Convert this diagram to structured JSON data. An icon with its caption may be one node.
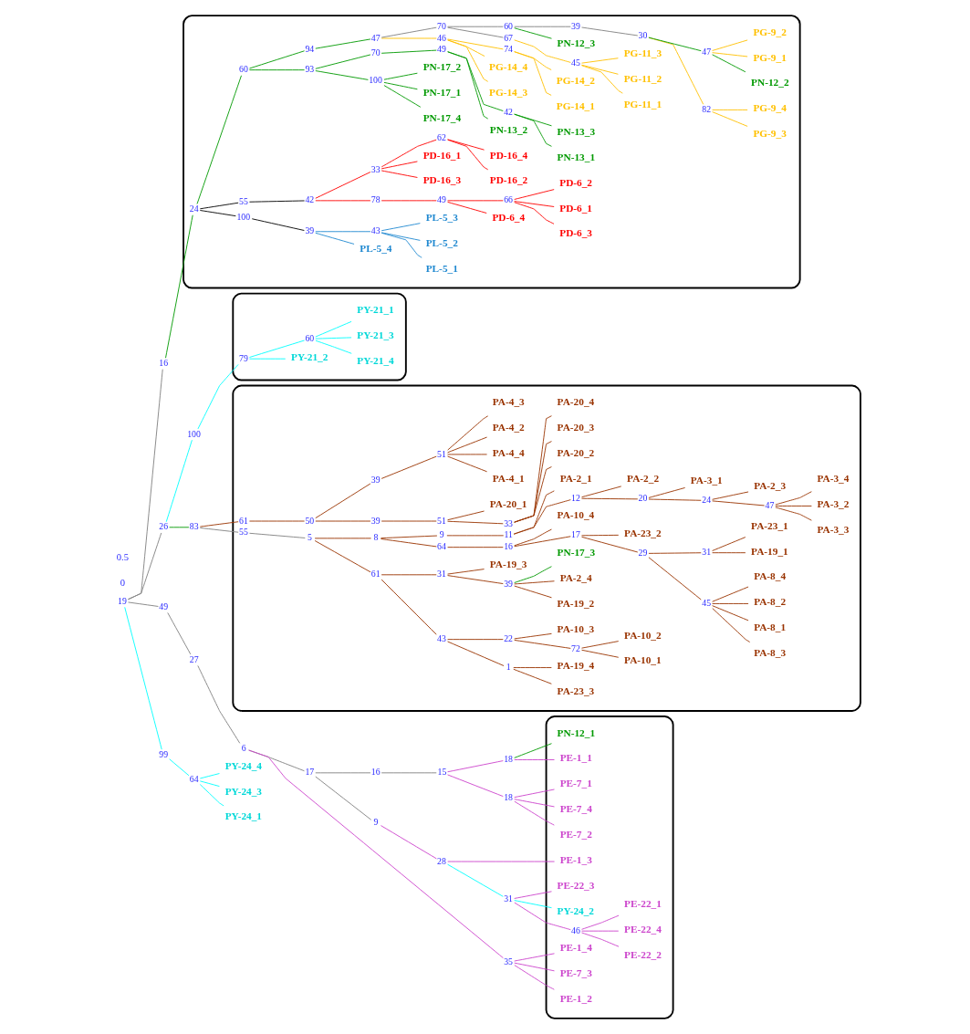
{
  "diagram": {
    "nodes": [
      {
        "text": [],
        "shape": "ellipse"
      },
      {
        "text": [
          "PL-5_4"
        ],
        "in": 0
      },
      {
        "text": [
          "PL-5_1"
        ],
        "in": 0
      },
      {
        "text": [
          "PL-5_2"
        ],
        "in": 0
      },
      {
        "text": [
          "PL-5_3"
        ],
        "in": 0
      },
      {
        "text": [
          "43"
        ],
        "in": 0
      },
      {
        "text": [
          "39"
        ],
        "in": 0
      },
      {
        "text": [
          "100"
        ],
        "in": 0
      },
      {
        "text": [
          "PD-6_3"
        ],
        "in": 0
      },
      {
        "text": [
          "PD-16_3"
        ],
        "in": 0
      },
      {
        "text": [
          "PD-6_1"
        ],
        "in": 0
      },
      {
        "text": [
          "PD-16_2"
        ],
        "in": 0
      },
      {
        "text": [
          "PD-16_1"
        ],
        "in": 0
      },
      {
        "text": [
          "PD-16_4"
        ],
        "in": 0
      },
      {
        "text": [
          "PD-6_2"
        ],
        "in": 0
      },
      {
        "text": [
          "PD-6_4"
        ],
        "in": 0
      },
      {
        "text": [
          "66"
        ],
        "in": 0
      },
      {
        "text": [
          "49"
        ],
        "in": 0
      },
      {
        "text": [
          "62"
        ],
        "in": 0
      },
      {
        "text": [
          "78"
        ],
        "in": 0
      },
      {
        "text": [
          "33"
        ],
        "in": 0
      },
      {
        "text": [
          "42"
        ],
        "in": 0
      },
      {
        "text": [
          "55"
        ],
        "in": 0
      },
      {
        "text": [
          "PN-17_4"
        ],
        "in": 0
      },
      {
        "text": [
          "PN-17_1"
        ],
        "in": 0
      },
      {
        "text": [
          "PN-17_2"
        ],
        "in": 0
      },
      {
        "text": [
          "PN-13_1"
        ],
        "in": 0
      },
      {
        "text": [
          "PN-13_3"
        ],
        "in": 0
      },
      {
        "text": [
          "PN-13_2"
        ],
        "in": 0
      },
      {
        "text": [
          "100"
        ],
        "in": 0
      },
      {
        "text": [
          "42"
        ],
        "in": 0
      },
      {
        "text": [
          "49"
        ],
        "in": 0
      },
      {
        "text": [
          "70"
        ],
        "in": 0
      },
      {
        "text": [
          "93"
        ],
        "in": 0
      },
      {
        "text": [
          "PG-14_1"
        ],
        "in": 0
      },
      {
        "text": [
          "PG-14_3"
        ],
        "in": 0
      },
      {
        "text": [
          "PG-14_4"
        ],
        "in": 0
      },
      {
        "text": [
          "PG-14_2"
        ],
        "in": 0
      },
      {
        "text": [
          "74"
        ],
        "in": 0
      },
      {
        "text": [
          "46"
        ],
        "in": 0
      },
      {
        "text": [
          "PG-11_1"
        ],
        "in": 0
      },
      {
        "text": [
          "PG-11_2"
        ],
        "in": 0
      },
      {
        "text": [
          "PG-11_3"
        ],
        "in": 0
      },
      {
        "text": [
          "45"
        ],
        "in": 0
      },
      {
        "text": [
          "67"
        ],
        "in": 0
      },
      {
        "text": [
          "PN-12_3"
        ],
        "in": 0
      },
      {
        "text": [
          "60"
        ],
        "in": 0
      },
      {
        "text": [
          "70"
        ],
        "in": 0
      },
      {
        "text": [
          "47"
        ],
        "in": 0
      },
      {
        "text": [
          "94"
        ],
        "in": 0
      },
      {
        "text": [
          "60"
        ],
        "in": 0
      },
      {
        "text": [
          "PG-9_3"
        ],
        "in": 0
      },
      {
        "text": [
          "PG-9_4"
        ],
        "in": 0
      },
      {
        "text": [
          "PN-12_2"
        ],
        "in": 0
      },
      {
        "text": [
          "PG-9_1"
        ],
        "in": 0
      },
      {
        "text": [
          "PG-9_2"
        ],
        "in": 0
      },
      {
        "text": [
          "82"
        ],
        "in": 0
      },
      {
        "text": [
          "47"
        ],
        "in": 0
      },
      {
        "text": [
          "30"
        ],
        "in": 0
      },
      {
        "text": [
          "39"
        ],
        "in": 0
      },
      {
        "text": [
          "24"
        ],
        "in": 0
      },
      {
        "text": [
          "16"
        ]
      },
      {
        "text": [
          "19"
        ]
      },
      {
        "text": [
          "26"
        ]
      },
      {
        "text": [],
        "shape": "ellipse"
      },
      {
        "text": [
          "PN-12_1"
        ],
        "in": 64
      },
      {
        "text": [
          "PE-1_1"
        ],
        "in": 64
      },
      {
        "text": [
          "PE-1_3"
        ],
        "in": 64
      },
      {
        "text": [
          "PE-1_4"
        ],
        "in": 64
      },
      {
        "text": [
          "PE-22_3"
        ],
        "in": 64
      },
      {
        "text": [
          "PY-24_2"
        ],
        "in": 64
      },
      {
        "text": [
          "PE-22_2"
        ],
        "in": 64
      },
      {
        "text": [
          "PE-7_1"
        ],
        "in": 64
      },
      {
        "text": [
          "PE-7_4"
        ],
        "in": 64
      },
      {
        "text": [
          "PE-7_2"
        ],
        "in": 64
      },
      {
        "text": [
          "PE-22_4"
        ],
        "in": 64
      },
      {
        "text": [
          "PE-22_1"
        ],
        "in": 64
      },
      {
        "text": [
          "PE-1_2"
        ],
        "in": 64
      },
      {
        "text": [
          "PE-7_3"
        ],
        "in": 64
      },
      {
        "text": [
          "46"
        ],
        "in": 64
      },
      {
        "text": [
          "18"
        ]
      },
      {
        "text": [
          "18"
        ]
      },
      {
        "text": [
          "15"
        ]
      },
      {
        "text": [
          "28"
        ]
      },
      {
        "text": [
          "31"
        ]
      },
      {
        "text": [
          "16"
        ]
      },
      {
        "text": [
          "9"
        ]
      },
      {
        "text": [
          "17"
        ]
      },
      {
        "text": [
          "6"
        ]
      },
      {
        "text": [
          "35"
        ]
      },
      {
        "text": [
          "27"
        ]
      },
      {
        "text": [
          "49"
        ]
      },
      {
        "text": [
          "PY-24_4"
        ]
      },
      {
        "text": [
          "PY-24_3"
        ]
      },
      {
        "text": [
          "PY-24_1"
        ]
      },
      {
        "text": [
          "64"
        ]
      },
      {
        "text": [
          "99"
        ]
      },
      {
        "text": [],
        "shape": "ellipse"
      },
      {
        "text": [
          "PY-21_4"
        ],
        "in": 97
      },
      {
        "text": [
          "PY-21_3"
        ],
        "in": 97
      },
      {
        "text": [
          "PY-21_1"
        ],
        "in": 97
      },
      {
        "text": [
          "PY-21_2"
        ],
        "in": 97
      },
      {
        "text": [
          "60"
        ],
        "in": 97
      },
      {
        "text": [
          "79"
        ],
        "in": 97
      },
      {
        "text": [
          "100"
        ]
      },
      {
        "text": [
          "83"
        ]
      },
      {
        "text": [],
        "shape": "ellipse"
      },
      {
        "text": [
          "61"
        ],
        "in": 106
      },
      {
        "text": [
          "55"
        ],
        "in": 106
      },
      {
        "text": [
          "50"
        ],
        "in": 106
      },
      {
        "text": [
          "39"
        ],
        "in": 106
      },
      {
        "text": [
          "39"
        ],
        "in": 106
      },
      {
        "text": [
          "51"
        ],
        "in": 106
      },
      {
        "text": [
          "33"
        ],
        "in": 106
      },
      {
        "text": [
          "51"
        ],
        "in": 106
      },
      {
        "text": [
          "PA-20_1"
        ],
        "in": 106
      },
      {
        "text": [
          "PA-20_2"
        ],
        "in": 106
      },
      {
        "text": [
          "PA-20_3"
        ],
        "in": 106
      },
      {
        "text": [
          "PA-4_1"
        ],
        "in": 106
      },
      {
        "text": [
          "PA-20_4"
        ],
        "in": 106
      },
      {
        "text": [
          "PA-4_4"
        ],
        "in": 106
      },
      {
        "text": [
          "PA-4_2"
        ],
        "in": 106
      },
      {
        "text": [
          "PA-4_3"
        ],
        "in": 106
      },
      {
        "text": [
          "5"
        ],
        "in": 106
      },
      {
        "text": [
          "61"
        ],
        "in": 106
      },
      {
        "text": [
          "43"
        ],
        "in": 106
      },
      {
        "text": [
          "1"
        ],
        "in": 106
      },
      {
        "text": [
          "31"
        ],
        "in": 106
      },
      {
        "text": [
          "22"
        ],
        "in": 106
      },
      {
        "text": [
          "39"
        ],
        "in": 106
      },
      {
        "text": [
          "72"
        ],
        "in": 106
      },
      {
        "text": [
          "8"
        ],
        "in": 106
      },
      {
        "text": [
          "64"
        ],
        "in": 106
      },
      {
        "text": [
          "9"
        ],
        "in": 106
      },
      {
        "text": [
          "16"
        ],
        "in": 106
      },
      {
        "text": [
          "17"
        ],
        "in": 106
      },
      {
        "text": [
          "29"
        ],
        "in": 106
      },
      {
        "text": [
          "45"
        ],
        "in": 106
      },
      {
        "text": [
          "31"
        ],
        "in": 106
      },
      {
        "text": [
          "11"
        ],
        "in": 106
      },
      {
        "text": [
          "12"
        ],
        "in": 106
      },
      {
        "text": [
          "20"
        ],
        "in": 106
      },
      {
        "text": [
          "24"
        ],
        "in": 106
      },
      {
        "text": [
          "47"
        ],
        "in": 106
      },
      {
        "text": [
          "PA-8_3"
        ],
        "in": 106
      },
      {
        "text": [
          "PA-8_1"
        ],
        "in": 106
      },
      {
        "text": [
          "PA-8_2"
        ],
        "in": 106
      },
      {
        "text": [
          "PA-8_4"
        ],
        "in": 106
      },
      {
        "text": [
          "PA-19_1"
        ],
        "in": 106
      },
      {
        "text": [
          "PA-23_1"
        ],
        "in": 106
      },
      {
        "text": [
          "PA-23_2"
        ],
        "in": 106
      },
      {
        "text": [
          "PA-10_4"
        ],
        "in": 106
      },
      {
        "text": [
          "PA-19_2"
        ],
        "in": 106
      },
      {
        "text": [
          "PA-19_3"
        ],
        "in": 106
      },
      {
        "text": [
          "PA-23_3"
        ],
        "in": 106
      },
      {
        "text": [
          "PA-10_3"
        ],
        "in": 106
      },
      {
        "text": [
          "PA-2_1"
        ],
        "in": 106
      },
      {
        "text": [
          "PA-2_2"
        ],
        "in": 106
      },
      {
        "text": [
          "PA-3_1"
        ],
        "in": 106
      },
      {
        "text": [
          "PA-3_3"
        ],
        "in": 106
      },
      {
        "text": [
          "PA-3_2"
        ],
        "in": 106
      },
      {
        "text": [
          "PA-2_3"
        ],
        "in": 106
      },
      {
        "text": [
          "PA-3_4"
        ],
        "in": 106
      },
      {
        "text": [
          "PA-2_4"
        ],
        "in": 106
      },
      {
        "text": [
          "PA-19_4"
        ],
        "in": 106
      },
      {
        "text": [
          "PA-10_1"
        ],
        "in": 106
      },
      {
        "text": [
          "PA-10_2"
        ],
        "in": 106
      },
      {
        "text": [
          "PN-17_3"
        ],
        "in": 106
      }
    ],
    "edges": [
      {
        "from": 62,
        "to": 61,
        "arrow": "none",
        "color": "#808080"
      },
      {
        "from": 61,
        "to": 60,
        "arrow": "none",
        "color": "#009900"
      },
      {
        "from": 60,
        "to": 22,
        "arrow": "none",
        "color": "#000000"
      },
      {
        "from": 22,
        "to": 21,
        "arrow": "none",
        "color": "#000000"
      },
      {
        "from": 21,
        "to": 20,
        "arrow": "none",
        "color": "#ff0000"
      },
      {
        "from": 21,
        "to": 19,
        "arrow": "none",
        "color": "#ff0000"
      },
      {
        "from": 20,
        "to": 18,
        "arrow": "none",
        "color": "#ff0000"
      },
      {
        "from": 20,
        "to": 12,
        "arrow": "none",
        "color": "#ff0000"
      },
      {
        "from": 20,
        "to": 9,
        "arrow": "none",
        "color": "#ff0000"
      },
      {
        "from": 18,
        "to": 13,
        "arrow": "none",
        "color": "#ff0000"
      },
      {
        "from": 18,
        "to": 11,
        "arrow": "none",
        "color": "#ff0000"
      },
      {
        "from": 19,
        "to": 17,
        "arrow": "none",
        "color": "#ff0000"
      },
      {
        "from": 17,
        "to": 16,
        "arrow": "none",
        "color": "#ff0000"
      },
      {
        "from": 17,
        "to": 15,
        "arrow": "none",
        "color": "#ff0000"
      },
      {
        "from": 16,
        "to": 8,
        "arrow": "none",
        "color": "#ff0000"
      },
      {
        "from": 16,
        "to": 10,
        "arrow": "none",
        "color": "#ff0000"
      },
      {
        "from": 16,
        "to": 14,
        "arrow": "none",
        "color": "#ff0000"
      },
      {
        "from": 60,
        "to": 7,
        "arrow": "none",
        "color": "#000000"
      },
      {
        "from": 7,
        "to": 6,
        "arrow": "none",
        "color": "#000000"
      },
      {
        "from": 6,
        "to": 1,
        "arrow": "none",
        "color": "#1f88d0"
      },
      {
        "from": 6,
        "to": 5,
        "arrow": "none",
        "color": "#1f88d0"
      },
      {
        "from": 5,
        "to": 2,
        "arrow": "none",
        "color": "#1f88d0"
      },
      {
        "from": 5,
        "to": 3,
        "arrow": "none",
        "color": "#1f88d0"
      },
      {
        "from": 5,
        "to": 4,
        "arrow": "none",
        "color": "#1f88d0"
      },
      {
        "from": 60,
        "to": 50,
        "arrow": "none",
        "color": "#009900"
      },
      {
        "from": 50,
        "to": 33,
        "arrow": "none",
        "color": "#009900"
      },
      {
        "from": 50,
        "to": 49,
        "arrow": "none",
        "color": "#009900"
      },
      {
        "from": 33,
        "to": 32,
        "arrow": "none",
        "color": "#009900"
      },
      {
        "from": 33,
        "to": 29,
        "arrow": "none",
        "color": "#009900"
      },
      {
        "from": 29,
        "to": 23,
        "arrow": "none",
        "color": "#009900"
      },
      {
        "from": 29,
        "to": 24,
        "arrow": "none",
        "color": "#009900"
      },
      {
        "from": 29,
        "to": 25,
        "arrow": "none",
        "color": "#009900"
      },
      {
        "from": 32,
        "to": 31,
        "arrow": "none",
        "color": "#009900"
      },
      {
        "from": 31,
        "to": 30,
        "arrow": "none",
        "color": "#009900"
      },
      {
        "from": 31,
        "to": 28,
        "arrow": "none",
        "color": "#009900"
      },
      {
        "from": 30,
        "to": 26,
        "arrow": "none",
        "color": "#009900"
      },
      {
        "from": 30,
        "to": 27,
        "arrow": "none",
        "color": "#009900"
      },
      {
        "from": 49,
        "to": 48,
        "arrow": "none",
        "color": "#009900"
      },
      {
        "from": 48,
        "to": 39,
        "arrow": "none",
        "color": "#ffc000"
      },
      {
        "from": 48,
        "to": 47,
        "arrow": "none",
        "color": "#808080"
      },
      {
        "from": 39,
        "to": 38,
        "arrow": "none",
        "color": "#ffc000"
      },
      {
        "from": 39,
        "to": 35,
        "arrow": "none",
        "color": "#ffc000"
      },
      {
        "from": 39,
        "to": 36,
        "arrow": "none",
        "color": "#ffc000"
      },
      {
        "from": 38,
        "to": 34,
        "arrow": "none",
        "color": "#ffc000"
      },
      {
        "from": 38,
        "to": 37,
        "arrow": "none",
        "color": "#ffc000"
      },
      {
        "from": 47,
        "to": 44,
        "arrow": "none",
        "color": "#808080"
      },
      {
        "from": 47,
        "to": 46,
        "arrow": "none",
        "color": "#808080"
      },
      {
        "from": 44,
        "to": 43,
        "arrow": "none",
        "color": "#ffc000"
      },
      {
        "from": 43,
        "to": 40,
        "arrow": "none",
        "color": "#ffc000"
      },
      {
        "from": 43,
        "to": 41,
        "arrow": "none",
        "color": "#ffc000"
      },
      {
        "from": 43,
        "to": 42,
        "arrow": "none",
        "color": "#ffc000"
      },
      {
        "from": 46,
        "to": 45,
        "arrow": "none",
        "color": "#009900"
      },
      {
        "from": 46,
        "to": 59,
        "arrow": "none",
        "color": "#808080"
      },
      {
        "from": 59,
        "to": 58,
        "arrow": "none",
        "color": "#808080"
      },
      {
        "from": 58,
        "to": 56,
        "arrow": "none",
        "color": "#ffc000"
      },
      {
        "from": 58,
        "to": 57,
        "arrow": "none",
        "color": "#009900"
      },
      {
        "from": 57,
        "to": 53,
        "arrow": "none",
        "color": "#009900"
      },
      {
        "from": 57,
        "to": 54,
        "arrow": "none",
        "color": "#ffc000"
      },
      {
        "from": 57,
        "to": 55,
        "arrow": "none",
        "color": "#ffc000"
      },
      {
        "from": 56,
        "to": 51,
        "arrow": "none",
        "color": "#ffc000"
      },
      {
        "from": 56,
        "to": 52,
        "arrow": "none",
        "color": "#ffc000"
      },
      {
        "from": 62,
        "to": 91,
        "arrow": "none",
        "color": "#808080"
      },
      {
        "from": 91,
        "to": 90,
        "arrow": "none",
        "color": "#808080"
      },
      {
        "from": 90,
        "to": 88,
        "arrow": "none",
        "color": "#808080"
      },
      {
        "from": 88,
        "to": 87,
        "arrow": "none",
        "color": "#808080"
      },
      {
        "from": 88,
        "to": 89,
        "arrow": "none",
        "color": "#cc44cc"
      },
      {
        "from": 89,
        "to": 68,
        "arrow": "none",
        "color": "#cc44cc"
      },
      {
        "from": 89,
        "to": 77,
        "arrow": "none",
        "color": "#cc44cc"
      },
      {
        "from": 89,
        "to": 78,
        "arrow": "none",
        "color": "#cc44cc"
      },
      {
        "from": 87,
        "to": 85,
        "arrow": "none",
        "color": "#808080"
      },
      {
        "from": 87,
        "to": 86,
        "arrow": "none",
        "color": "#808080"
      },
      {
        "from": 85,
        "to": 82,
        "arrow": "none",
        "color": "#808080"
      },
      {
        "from": 82,
        "to": 80,
        "arrow": "none",
        "color": "#cc44cc"
      },
      {
        "from": 82,
        "to": 81,
        "arrow": "none",
        "color": "#cc44cc"
      },
      {
        "from": 80,
        "to": 65,
        "arrow": "none",
        "color": "#009900"
      },
      {
        "from": 80,
        "to": 66,
        "arrow": "none",
        "color": "#cc44cc"
      },
      {
        "from": 81,
        "to": 73,
        "arrow": "none",
        "color": "#cc44cc"
      },
      {
        "from": 81,
        "to": 72,
        "arrow": "none",
        "color": "#cc44cc"
      },
      {
        "from": 81,
        "to": 74,
        "arrow": "none",
        "color": "#cc44cc"
      },
      {
        "from": 86,
        "to": 83,
        "arrow": "none",
        "color": "#cc44cc"
      },
      {
        "from": 83,
        "to": 67,
        "arrow": "none",
        "color": "#cc44cc"
      },
      {
        "from": 83,
        "to": 84,
        "arrow": "none",
        "color": "#00ffff"
      },
      {
        "from": 84,
        "to": 70,
        "arrow": "none",
        "color": "#00ffff"
      },
      {
        "from": 84,
        "to": 69,
        "arrow": "none",
        "color": "#cc44cc"
      },
      {
        "from": 84,
        "to": 79,
        "arrow": "none",
        "color": "#cc44cc"
      },
      {
        "from": 79,
        "to": 75,
        "arrow": "none",
        "color": "#cc44cc"
      },
      {
        "from": 79,
        "to": 76,
        "arrow": "none",
        "color": "#cc44cc"
      },
      {
        "from": 79,
        "to": 71,
        "arrow": "none",
        "color": "#cc44cc"
      },
      {
        "from": 62,
        "to": 96,
        "arrow": "none",
        "color": "#00ffff"
      },
      {
        "from": 96,
        "to": 95,
        "arrow": "none",
        "color": "#00ffff"
      },
      {
        "from": 95,
        "to": 92,
        "arrow": "none",
        "color": "#00ffff"
      },
      {
        "from": 95,
        "to": 93,
        "arrow": "none",
        "color": "#00ffff"
      },
      {
        "from": 95,
        "to": 94,
        "arrow": "none",
        "color": "#00ffff"
      },
      {
        "from": 62,
        "to": 63,
        "arrow": "none",
        "color": "#808080"
      },
      {
        "from": 63,
        "to": 104,
        "arrow": "none",
        "color": "#00ffff"
      },
      {
        "from": 104,
        "to": 103,
        "arrow": "none",
        "color": "#00ffff"
      },
      {
        "from": 103,
        "to": 102,
        "arrow": "none",
        "color": "#00ffff"
      },
      {
        "from": 103,
        "to": 101,
        "arrow": "none",
        "color": "#00ffff"
      },
      {
        "from": 102,
        "to": 98,
        "arrow": "none",
        "color": "#00ffff"
      },
      {
        "from": 102,
        "to": 99,
        "arrow": "none",
        "color": "#00ffff"
      },
      {
        "from": 102,
        "to": 100,
        "arrow": "none",
        "color": "#00ffff"
      },
      {
        "from": 63,
        "to": 105,
        "arrow": "none",
        "color": "#009900"
      },
      {
        "from": 105,
        "to": 107,
        "arrow": "none"
      },
      {
        "from": 105,
        "to": 108,
        "arrow": "none",
        "color": "#808080"
      },
      {
        "from": 107,
        "to": 109,
        "arrow": "none"
      },
      {
        "from": 109,
        "to": 110,
        "arrow": "none"
      },
      {
        "from": 109,
        "to": 111,
        "arrow": "none"
      },
      {
        "from": 110,
        "to": 112,
        "arrow": "none"
      },
      {
        "from": 112,
        "to": 115,
        "arrow": "none"
      },
      {
        "from": 112,
        "to": 113,
        "arrow": "none"
      },
      {
        "from": 113,
        "to": 116,
        "arrow": "none"
      },
      {
        "from": 113,
        "to": 117,
        "arrow": "none"
      },
      {
        "from": 113,
        "to": 119,
        "arrow": "none"
      },
      {
        "from": 111,
        "to": 114,
        "arrow": "none"
      },
      {
        "from": 114,
        "to": 118,
        "arrow": "none"
      },
      {
        "from": 114,
        "to": 120,
        "arrow": "none"
      },
      {
        "from": 114,
        "to": 121,
        "arrow": "none"
      },
      {
        "from": 114,
        "to": 122,
        "arrow": "none"
      },
      {
        "from": 108,
        "to": 123,
        "arrow": "none",
        "color": "#808080"
      },
      {
        "from": 123,
        "to": 124,
        "arrow": "none"
      },
      {
        "from": 123,
        "to": 131,
        "arrow": "none"
      },
      {
        "from": 124,
        "to": 127,
        "arrow": "none"
      },
      {
        "from": 124,
        "to": 125,
        "arrow": "none"
      },
      {
        "from": 127,
        "to": 129,
        "arrow": "none"
      },
      {
        "from": 127,
        "to": 153,
        "arrow": "none"
      },
      {
        "from": 129,
        "to": 167,
        "arrow": "none",
        "color": "#009900"
      },
      {
        "from": 129,
        "to": 152,
        "arrow": "none"
      },
      {
        "from": 129,
        "to": 163,
        "arrow": "none"
      },
      {
        "from": 125,
        "to": 126,
        "arrow": "none"
      },
      {
        "from": 125,
        "to": 128,
        "arrow": "none"
      },
      {
        "from": 126,
        "to": 154,
        "arrow": "none"
      },
      {
        "from": 126,
        "to": 164,
        "arrow": "none"
      },
      {
        "from": 128,
        "to": 130,
        "arrow": "none"
      },
      {
        "from": 128,
        "to": 155,
        "arrow": "none"
      },
      {
        "from": 130,
        "to": 165,
        "arrow": "none"
      },
      {
        "from": 130,
        "to": 166,
        "arrow": "none"
      },
      {
        "from": 131,
        "to": 132,
        "arrow": "none"
      },
      {
        "from": 131,
        "to": 133,
        "arrow": "none"
      },
      {
        "from": 133,
        "to": 139,
        "arrow": "none"
      },
      {
        "from": 139,
        "to": 156,
        "arrow": "none"
      },
      {
        "from": 139,
        "to": 140,
        "arrow": "none"
      },
      {
        "from": 140,
        "to": 157,
        "arrow": "none"
      },
      {
        "from": 140,
        "to": 141,
        "arrow": "none"
      },
      {
        "from": 141,
        "to": 158,
        "arrow": "none"
      },
      {
        "from": 141,
        "to": 142,
        "arrow": "none"
      },
      {
        "from": 142,
        "to": 161,
        "arrow": "none"
      },
      {
        "from": 142,
        "to": 143,
        "arrow": "none"
      },
      {
        "from": 143,
        "to": 159,
        "arrow": "none"
      },
      {
        "from": 143,
        "to": 160,
        "arrow": "none"
      },
      {
        "from": 143,
        "to": 162,
        "arrow": "none"
      },
      {
        "from": 132,
        "to": 134,
        "arrow": "none"
      },
      {
        "from": 134,
        "to": 151,
        "arrow": "none"
      },
      {
        "from": 134,
        "to": 135,
        "arrow": "none"
      },
      {
        "from": 135,
        "to": 150,
        "arrow": "none"
      },
      {
        "from": 135,
        "to": 136,
        "arrow": "none"
      },
      {
        "from": 136,
        "to": 137,
        "arrow": "none"
      },
      {
        "from": 136,
        "to": 138,
        "arrow": "none"
      },
      {
        "from": 137,
        "to": 144,
        "arrow": "none"
      },
      {
        "from": 137,
        "to": 145,
        "arrow": "none"
      },
      {
        "from": 137,
        "to": 146,
        "arrow": "none"
      },
      {
        "from": 137,
        "to": 147,
        "arrow": "none"
      },
      {
        "from": 138,
        "to": 148,
        "arrow": "none"
      },
      {
        "from": 138,
        "to": 149,
        "arrow": "none"
      }
    ],
    "labels": [
      "0",
      "0.5"
    ]
  }
}
